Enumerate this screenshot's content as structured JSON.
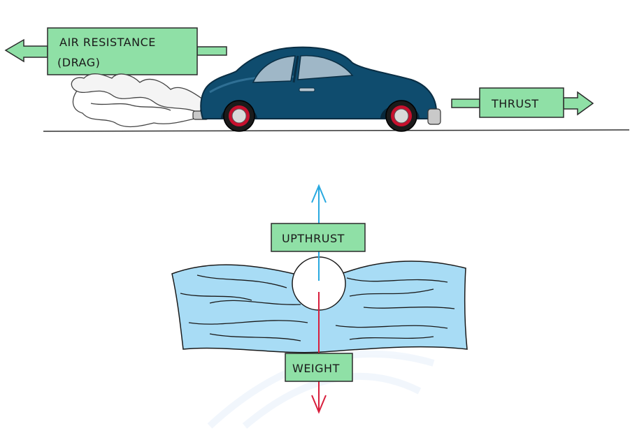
{
  "labels": {
    "air_resistance_line1": "AIR   RESISTANCE",
    "air_resistance_line2": "(DRAG)",
    "thrust": "THRUST",
    "upthrust": "UPTHRUST",
    "weight": "WEIGHT"
  },
  "colors": {
    "label_fill": "#8fe0a6",
    "car_body": "#0f4c6e",
    "wheel_rim": "#c8102e",
    "water": "#a8dcf5",
    "upthrust_arrow": "#29a9e0",
    "weight_arrow": "#d81e3c"
  },
  "icons": [
    "car-icon",
    "exhaust-smoke-icon",
    "ball-icon",
    "water-icon"
  ]
}
